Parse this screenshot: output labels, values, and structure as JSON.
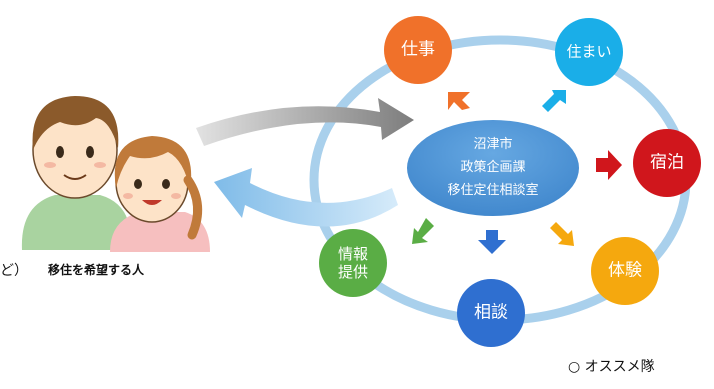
{
  "center": {
    "lines": [
      "沼津市",
      "政策企画課",
      "移住定住相談室"
    ]
  },
  "nodes": [
    {
      "id": "shigoto",
      "label": "仕事",
      "color": "#f0712a"
    },
    {
      "id": "sumai",
      "label": "住まい",
      "color": "#1aaee8"
    },
    {
      "id": "shukuhaku",
      "label": "宿泊",
      "color": "#d0161c"
    },
    {
      "id": "taiken",
      "label": "体験",
      "color": "#f5a80e"
    },
    {
      "id": "soudan",
      "label": "相談",
      "color": "#2f6fd0"
    },
    {
      "id": "jouhou",
      "label_lines": [
        "情報",
        "提供"
      ],
      "color": "#5aad45"
    }
  ],
  "left_caption_partial": "ど）",
  "left_caption_main": "移住を希望する人",
  "bottom_note": "○ オススメ隊",
  "colors": {
    "ring": "#a9d0ec",
    "center_fill": "#4f95d6",
    "arrow_gray": "#8a8a8a",
    "arrow_blue_light": "#a8d2f0"
  }
}
